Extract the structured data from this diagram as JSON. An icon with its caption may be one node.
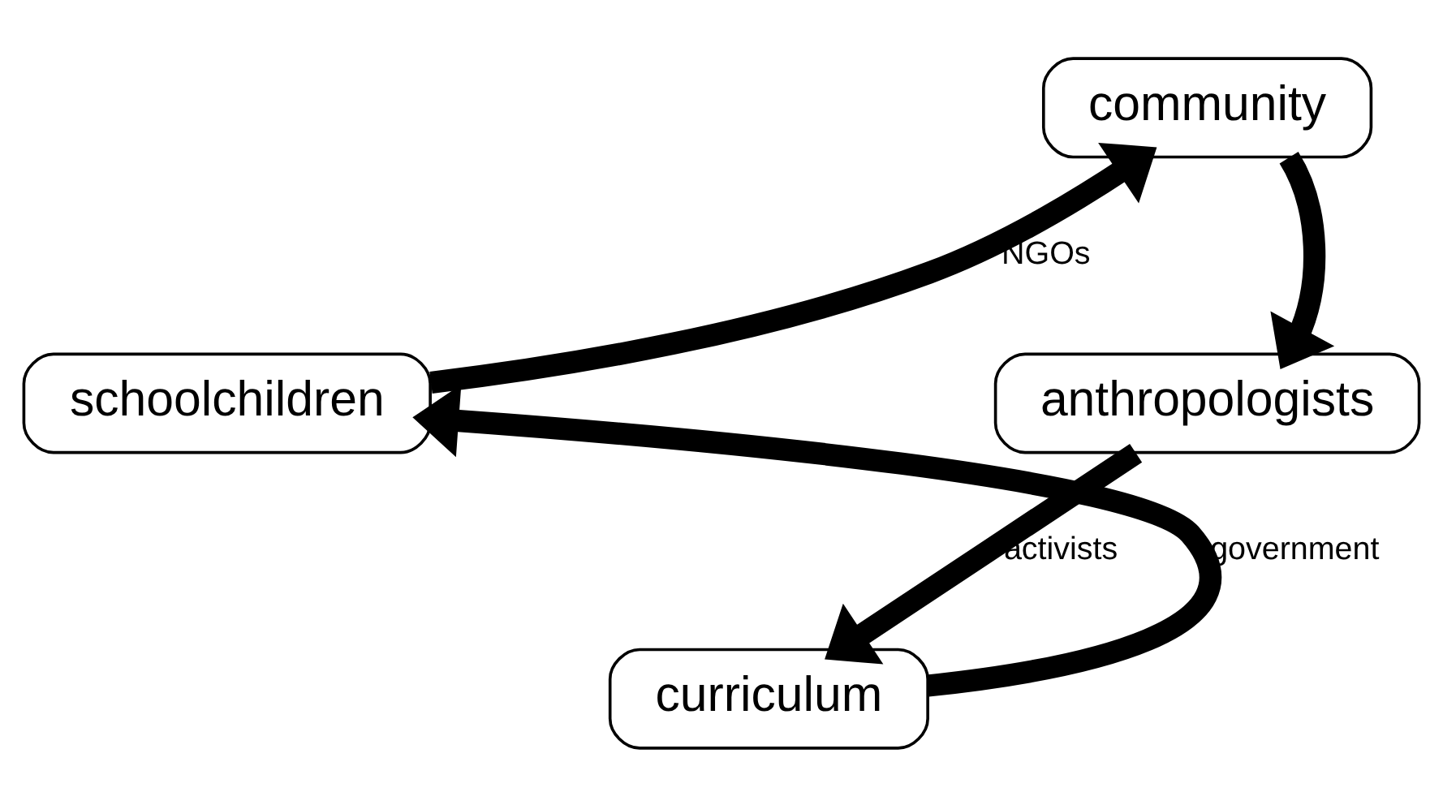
{
  "diagram": {
    "nodes": [
      {
        "text": [
          "community"
        ]
      },
      {
        "text": [
          "anthropologists"
        ]
      },
      {
        "text": [
          "curriculum"
        ]
      },
      {
        "text": [
          "schoolchildren"
        ]
      }
    ],
    "edges": [
      {
        "from": 0,
        "to": 1,
        "arrow": "to"
      },
      {
        "from": 1,
        "to": 2,
        "arrow": "to",
        "label": "activists"
      },
      {
        "from": 2,
        "to": 3,
        "arrow": "to",
        "label": "government"
      },
      {
        "from": 3,
        "to": 0,
        "arrow": "to",
        "label": "NGOs"
      }
    ]
  }
}
